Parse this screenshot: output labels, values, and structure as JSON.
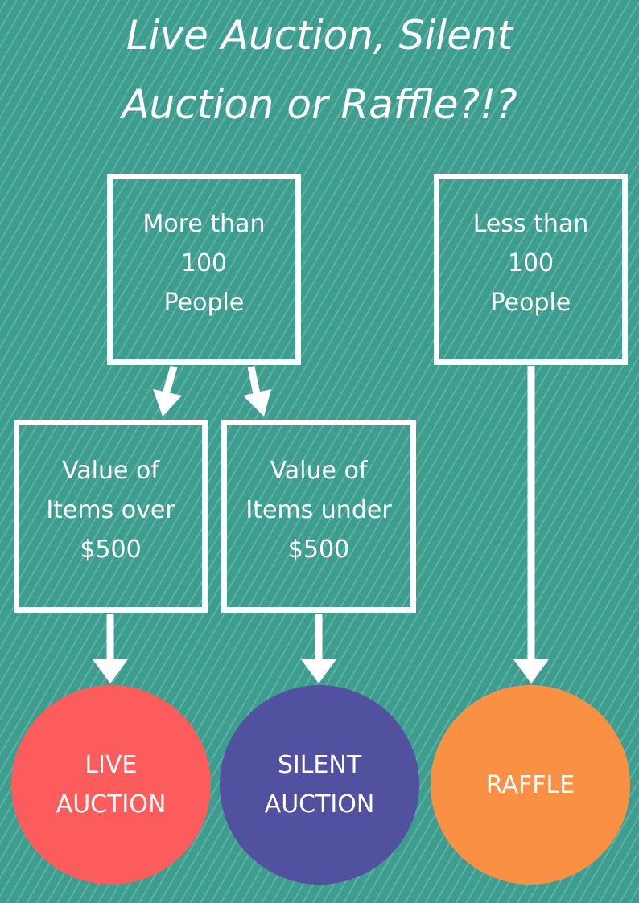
{
  "title": {
    "line1": "Live Auction, Silent",
    "line2": "Auction or Raffle?!?"
  },
  "nodes": {
    "more_than_100": [
      "More than",
      "100",
      "People"
    ],
    "less_than_100": [
      "Less than",
      "100",
      "People"
    ],
    "value_over_500": [
      "Value of",
      "Items over",
      "$500"
    ],
    "value_under_500": [
      "Value of",
      "Items under",
      "$500"
    ]
  },
  "outcomes": {
    "live_auction": [
      "LIVE",
      "AUCTION"
    ],
    "silent_auction": [
      "SILENT",
      "AUCTION"
    ],
    "raffle": [
      "RAFFLE"
    ]
  },
  "colors": {
    "background": "#3d9e8f",
    "stripe": "#ffffff",
    "box_border": "#ffffff",
    "arrow": "#ffffff",
    "text": "#ffffff",
    "live_auction": "#fc5c5b",
    "silent_auction": "#52519f",
    "raffle": "#fa9043"
  }
}
